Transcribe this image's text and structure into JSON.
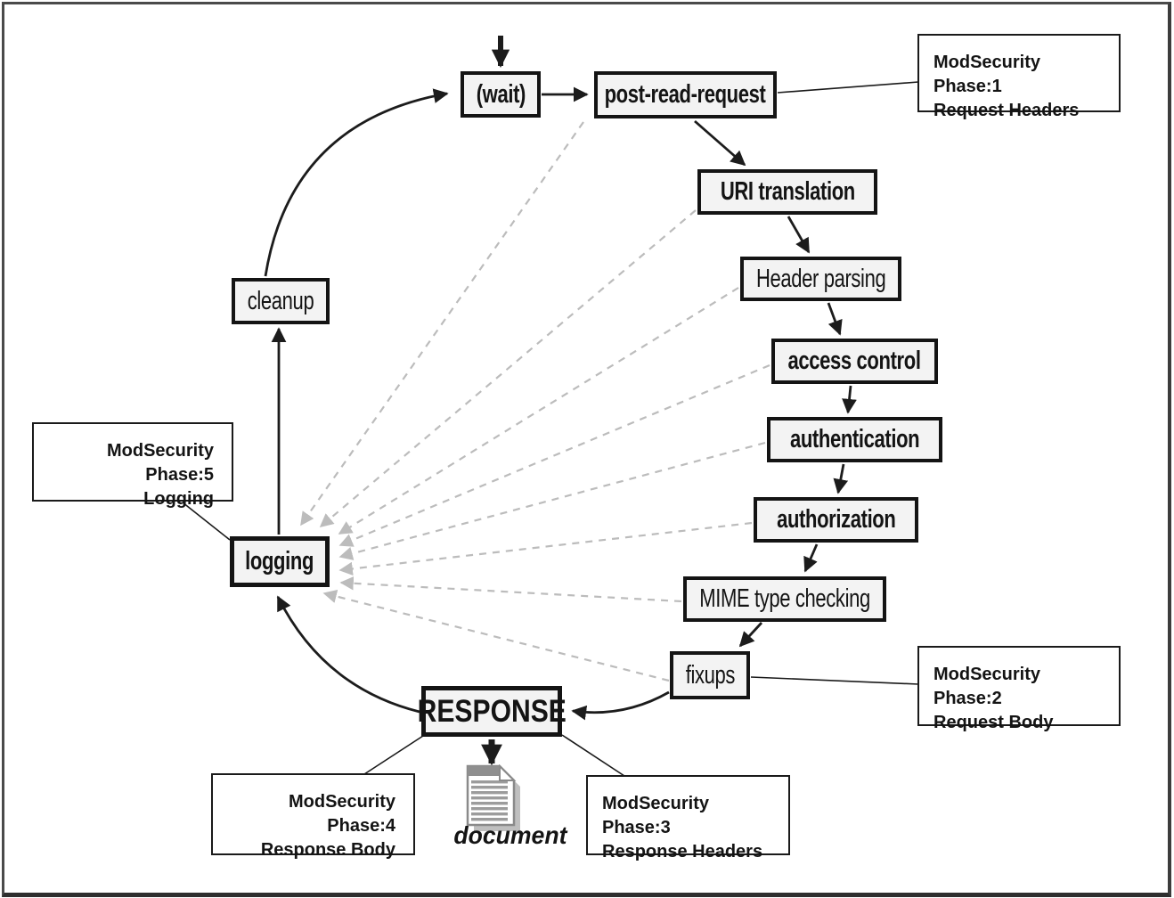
{
  "nodes": {
    "wait": "(wait)",
    "post_read_request": "post-read-request",
    "uri_translation": "URI translation",
    "header_parsing": "Header parsing",
    "access_control": "access control",
    "authentication": "authentication",
    "authorization": "authorization",
    "mime_type_checking": "MIME type checking",
    "fixups": "fixups",
    "response": "RESPONSE",
    "logging": "logging",
    "cleanup": "cleanup"
  },
  "annotations": {
    "phase1": {
      "title": "ModSecurity Phase:1",
      "subtitle": "Request Headers"
    },
    "phase2": {
      "title": "ModSecurity Phase:2",
      "subtitle": "Request Body"
    },
    "phase3": {
      "title": "ModSecurity Phase:3",
      "subtitle": "Response Headers"
    },
    "phase4": {
      "title": "ModSecurity Phase:4",
      "subtitle": "Response Body"
    },
    "phase5": {
      "title": "ModSecurity Phase:5",
      "subtitle": "Logging"
    }
  },
  "document_label": "document",
  "colors": {
    "node_background": "#f3f3f3",
    "node_border": "#141414",
    "solid_arrow": "#1c1c1c",
    "dashed_arrow": "#bcbcbc",
    "annotation_border": "#1a1a1a"
  }
}
